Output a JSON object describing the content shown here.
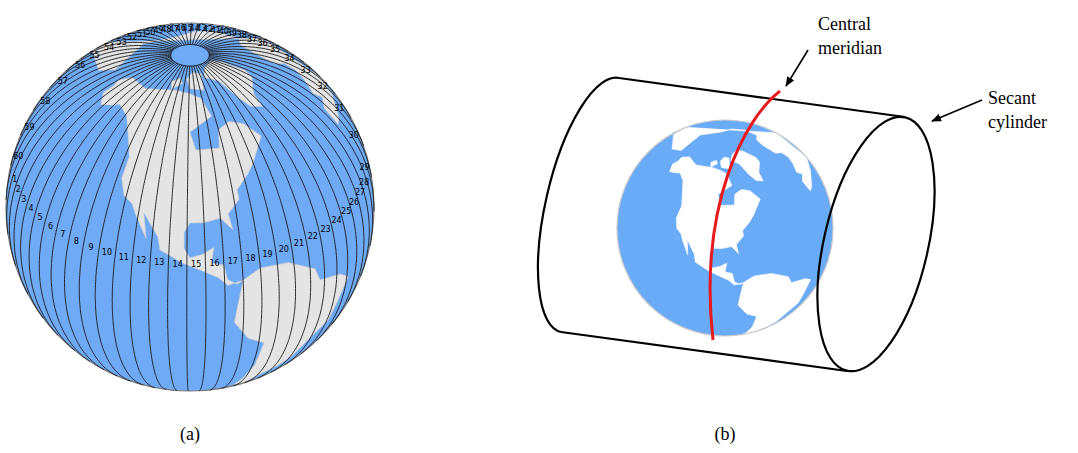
{
  "diagram": {
    "labels": [
      "1",
      "2",
      "3",
      "4",
      "5",
      "6",
      "7",
      "8",
      "9",
      "10",
      "11",
      "12",
      "13",
      "14",
      "15",
      "16",
      "17",
      "18",
      "19",
      "20",
      "21",
      "22",
      "23",
      "24",
      "25",
      "26",
      "27",
      "28",
      "29",
      "30",
      "31",
      "32",
      "33",
      "34",
      "35",
      "36",
      "37",
      "38",
      "39",
      "40",
      "41",
      "42",
      "43",
      "44",
      "45",
      "46",
      "47",
      "48",
      "49",
      "50",
      "51",
      "52",
      "53",
      "54",
      "55",
      "56",
      "57",
      "58",
      "59",
      "60",
      "Central meridian",
      "Secant cylinder",
      "(a)",
      "(b)"
    ]
  }
}
